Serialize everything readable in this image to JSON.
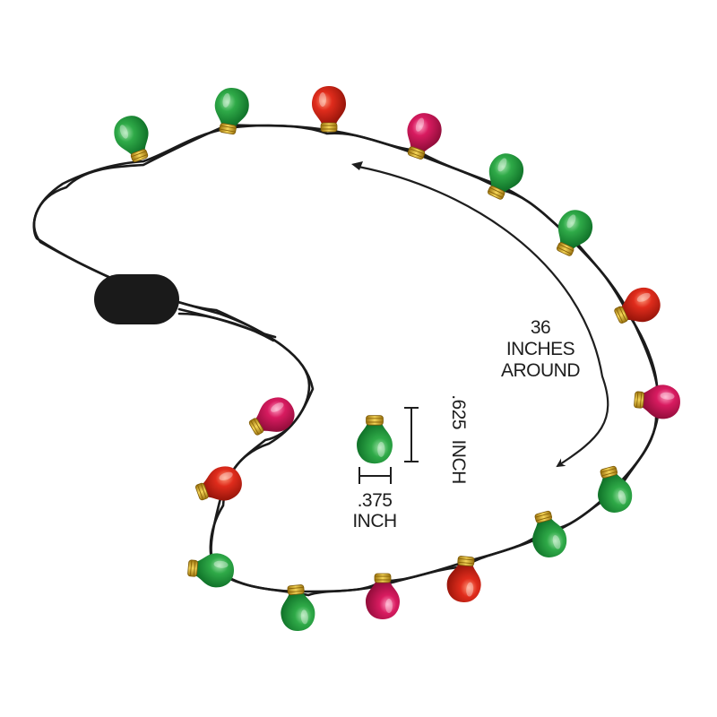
{
  "colors": {
    "background": "#ffffff",
    "wire": "#1b1b1b",
    "bulb_green": "#1f9a3a",
    "bulb_red": "#d8261e",
    "bulb_magenta": "#cf1a5b",
    "socket_gold": "#e0b21f",
    "battery_box": "#1a1a1a",
    "text": "#1e1e1e"
  },
  "labels": {
    "circumference_line1": "36",
    "circumference_line2": "INCHES",
    "circumference_line3": "AROUND",
    "height_value": ".625",
    "height_unit": "INCH",
    "width_value": ".375",
    "width_unit": "INCH"
  },
  "bulbs": [
    {
      "color": "green"
    },
    {
      "color": "green"
    },
    {
      "color": "red"
    },
    {
      "color": "magenta"
    },
    {
      "color": "green"
    },
    {
      "color": "green"
    },
    {
      "color": "red"
    },
    {
      "color": "magenta"
    },
    {
      "color": "green"
    },
    {
      "color": "green"
    },
    {
      "color": "red"
    },
    {
      "color": "magenta"
    },
    {
      "color": "green"
    },
    {
      "color": "green"
    },
    {
      "color": "red"
    },
    {
      "color": "magenta"
    }
  ],
  "icons": {
    "battery_pack": "battery-pack-icon",
    "sample_bulb": "bulb-icon",
    "arrow": "curved-double-arrow-icon"
  }
}
